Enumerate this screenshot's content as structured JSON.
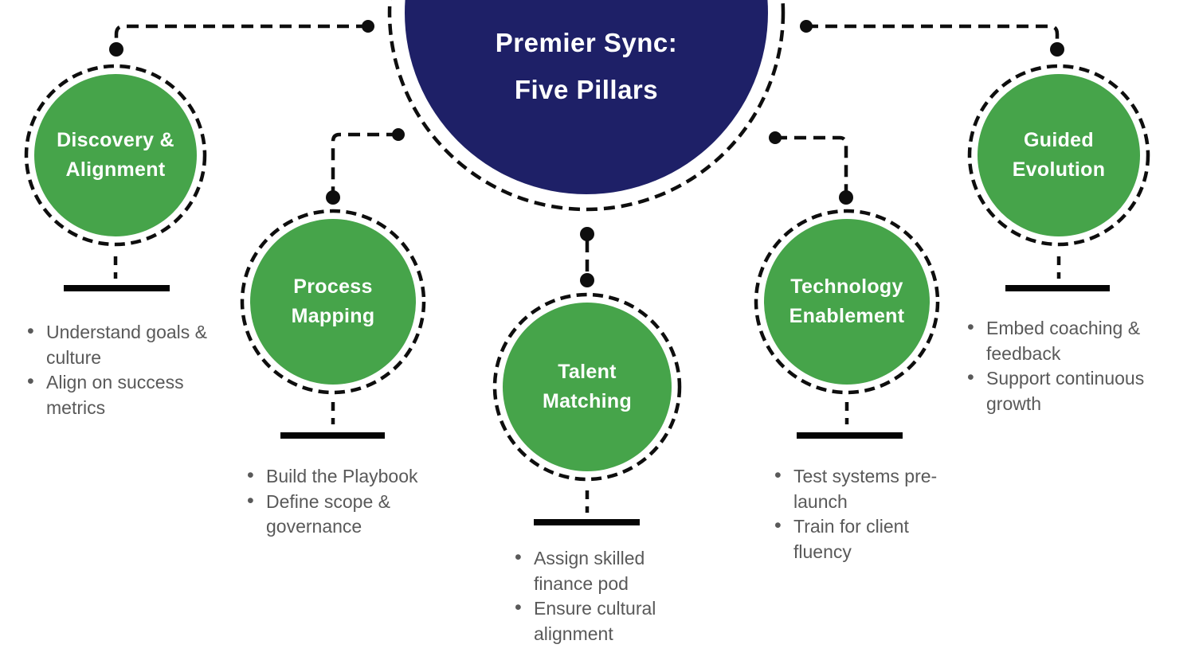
{
  "title": {
    "lines": [
      "Premier Sync:",
      "Five Pillars"
    ]
  },
  "colors": {
    "hub_navy": "#1e2067",
    "pillar_green": "#46a44a",
    "connector_black": "#0e0e0e",
    "bullet_text_gray": "#595959",
    "label_white": "#ffffff"
  },
  "pillars": [
    {
      "id": "discovery-alignment",
      "label_lines": [
        "Discovery &",
        "Alignment"
      ],
      "bullets": [
        "Understand goals & culture",
        "Align on success metrics"
      ]
    },
    {
      "id": "process-mapping",
      "label_lines": [
        "Process",
        "Mapping"
      ],
      "bullets": [
        "Build the Playbook",
        "Define scope & governance"
      ]
    },
    {
      "id": "talent-matching",
      "label_lines": [
        "Talent",
        "Matching"
      ],
      "bullets": [
        "Assign skilled finance pod",
        "Ensure cultural alignment"
      ]
    },
    {
      "id": "technology-enablement",
      "label_lines": [
        "Technology",
        "Enablement"
      ],
      "bullets": [
        "Test systems pre-launch",
        "Train for client fluency"
      ]
    },
    {
      "id": "guided-evolution",
      "label_lines": [
        "Guided",
        "Evolution"
      ],
      "bullets": [
        "Embed coaching & feedback",
        "Support continuous growth"
      ]
    }
  ]
}
